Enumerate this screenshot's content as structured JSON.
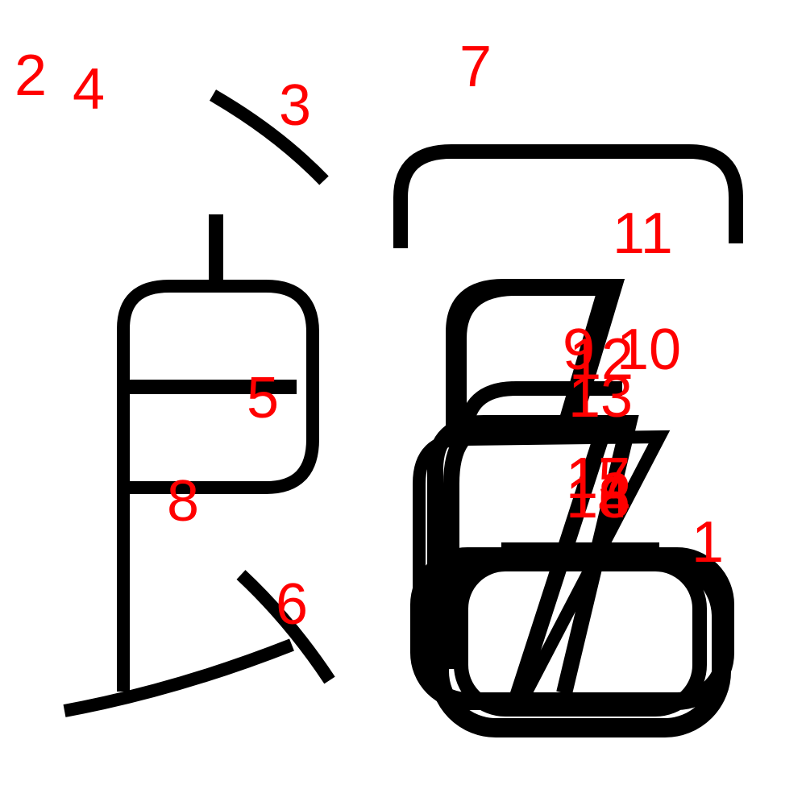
{
  "colors": {
    "background": "#ffffff",
    "stroke": "#000000",
    "label": "#ff0000"
  },
  "labels": {
    "n1": "1",
    "n2": "2",
    "n3": "3",
    "n4": "4",
    "n5": "5",
    "n6": "6",
    "n7": "7",
    "n8": "8",
    "n9": "9",
    "n10": "10",
    "n11": "11",
    "n12": "12",
    "n13": "13",
    "n14": "14",
    "n15": "15",
    "n16": "16",
    "n17": "17",
    "n18": "18"
  }
}
